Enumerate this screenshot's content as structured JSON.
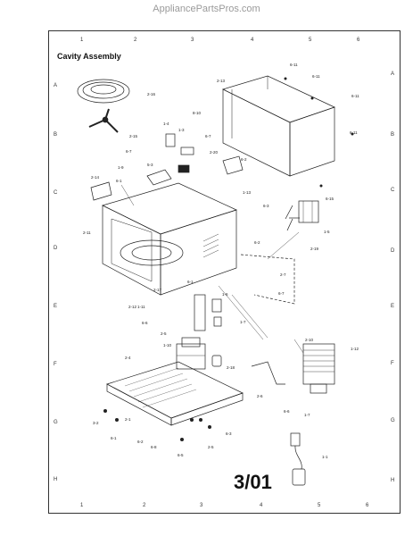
{
  "watermark": "AppliancePartsPros.com",
  "title": "Cavity Assembly",
  "page_number": "3/01",
  "grid": {
    "columns_top": [
      "1",
      "2",
      "3",
      "4",
      "5",
      "6"
    ],
    "columns_bottom": [
      "1",
      "2",
      "3",
      "4",
      "5",
      "6"
    ],
    "rows_left": [
      "A",
      "B",
      "C",
      "D",
      "E",
      "F",
      "G",
      "H"
    ],
    "rows_right": [
      "A",
      "B",
      "C",
      "D",
      "E",
      "F",
      "G",
      "H"
    ]
  },
  "callouts": [
    "6-11",
    "2-13",
    "6-11",
    "2-16",
    "6-11",
    "8-10",
    "1-4",
    "6-11",
    "2-15",
    "1-3",
    "6-7",
    "2-20",
    "6-2",
    "6-7",
    "5-3",
    "1-9",
    "2-14",
    "6-1",
    "1-13",
    "6-3",
    "6-15",
    "2-11",
    "1-5",
    "6-2",
    "2-19",
    "2-7",
    "2-17",
    "6-1",
    "6-7",
    "2-12",
    "1-11",
    "1-6",
    "1-7",
    "6-6",
    "2-5",
    "1-10",
    "2-10",
    "1-12",
    "2-4",
    "2-18",
    "2-6",
    "3-2",
    "2-1",
    "6-6",
    "1-7",
    "6-1",
    "6-2",
    "6-8",
    "6-5",
    "2-5",
    "6-3",
    "1-1"
  ]
}
